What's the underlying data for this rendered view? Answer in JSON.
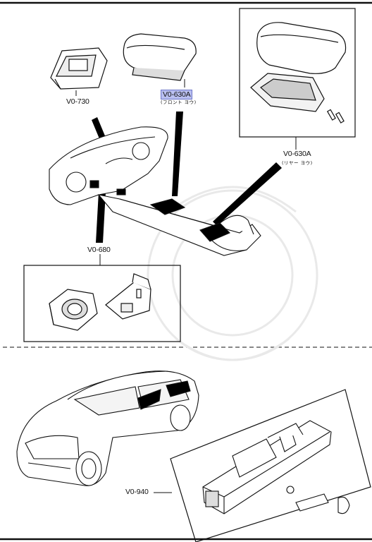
{
  "parts": [
    {
      "code": "V0-730",
      "note": ""
    },
    {
      "code": "V0-630A",
      "note": "(フロント ヨウ)",
      "highlighted": true,
      "highlight_color": "#b9bff0"
    },
    {
      "code": "V0-630A",
      "note": "(リヤー ヨウ)"
    },
    {
      "code": "V0-680",
      "note": ""
    },
    {
      "code": "V0-940",
      "note": ""
    }
  ],
  "colors": {
    "line": "#111111",
    "highlight": "#b9bff0",
    "highlight_border": "#6d76c9"
  }
}
